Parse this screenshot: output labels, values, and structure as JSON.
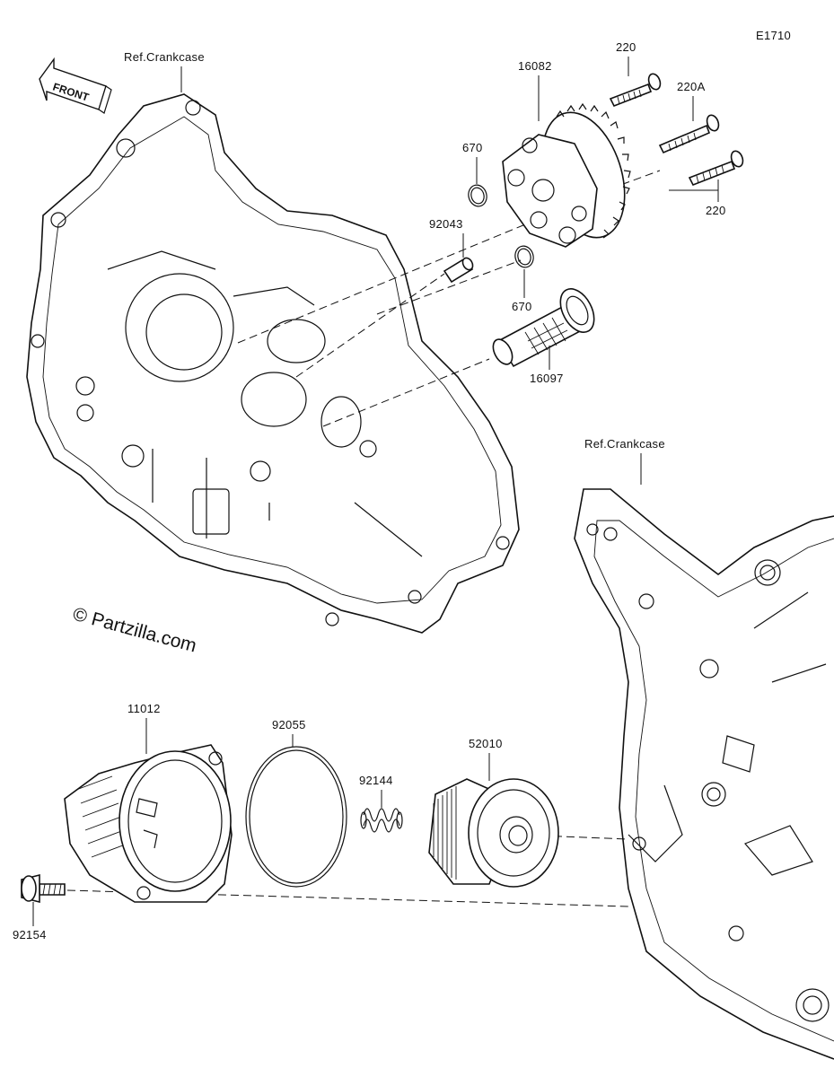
{
  "diagram_code": "E1710",
  "front_arrow_label": "FRONT",
  "watermark": "© Partzilla.com",
  "references": {
    "crankcase_left": "Ref.Crankcase",
    "crankcase_right": "Ref.Crankcase"
  },
  "parts": [
    {
      "key": "bolt_220_top",
      "number": "220"
    },
    {
      "key": "bolt_220a",
      "number": "220A"
    },
    {
      "key": "bolt_220_bottom",
      "number": "220"
    },
    {
      "key": "oil_pump",
      "number": "16082"
    },
    {
      "key": "oring_670_top",
      "number": "670"
    },
    {
      "key": "pin_92043",
      "number": "92043"
    },
    {
      "key": "oring_670_bottom",
      "number": "670"
    },
    {
      "key": "strainer_16097",
      "number": "16097"
    },
    {
      "key": "filter_cover_11012",
      "number": "11012"
    },
    {
      "key": "oring_92055",
      "number": "92055"
    },
    {
      "key": "spring_92144",
      "number": "92144"
    },
    {
      "key": "oil_filter_52010",
      "number": "52010"
    },
    {
      "key": "bolt_92154",
      "number": "92154"
    }
  ]
}
